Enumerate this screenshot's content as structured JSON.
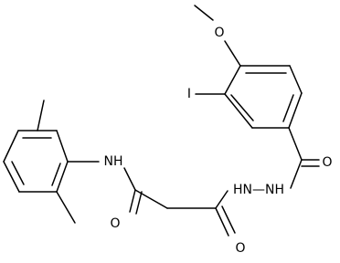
{
  "atoms": {
    "methoxy_o": "O",
    "iodine": "I",
    "amide_nh": "NH",
    "carbonyl_o_right": "O",
    "hydrazide_nhnh": "HN—NH",
    "carbonyl_o_left": "O",
    "carbonyl_o_bottom": "O"
  },
  "colors": {
    "bond": "#000000",
    "label": "#000000",
    "background": "#ffffff"
  }
}
